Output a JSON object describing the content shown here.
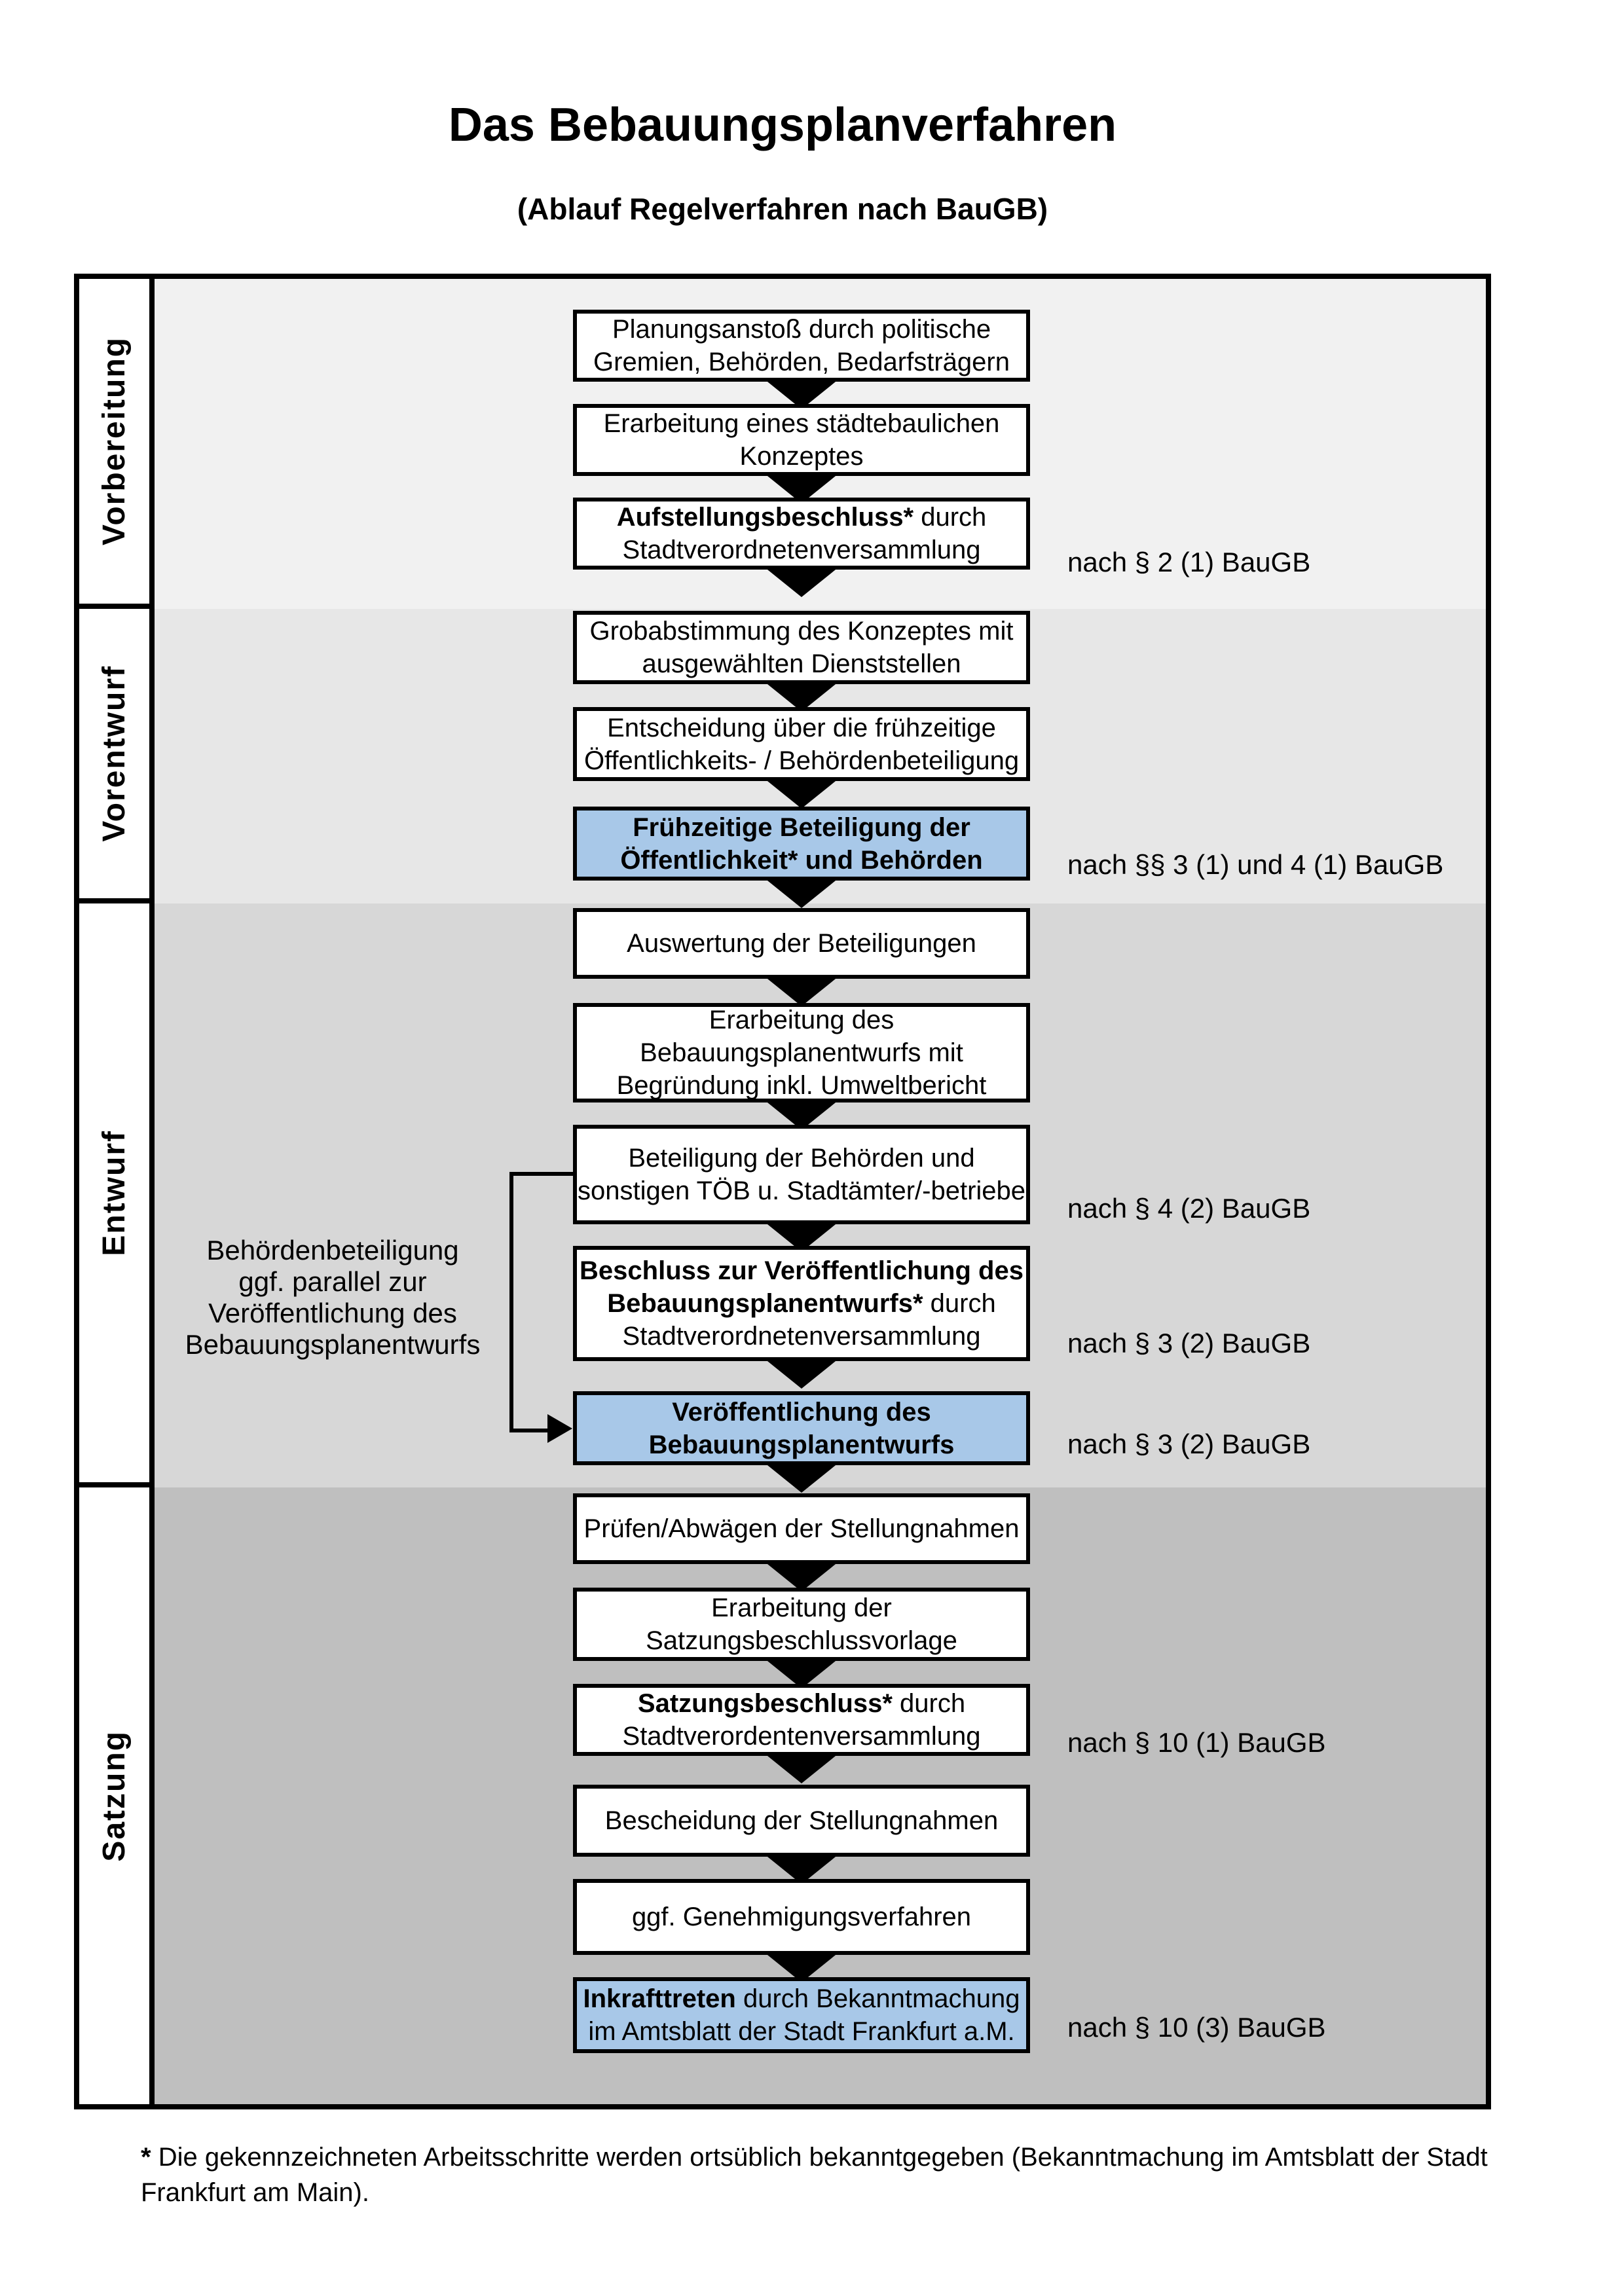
{
  "title": "Das Bebauungsplanverfahren",
  "subtitle": "(Ablauf Regelverfahren nach BauGB)",
  "colors": {
    "accent_blue": "#a8c8e8",
    "phase_bg_1": "#f1f1f1",
    "phase_bg_2": "#e7e7e7",
    "phase_bg_3": "#d7d7d7",
    "phase_bg_4": "#bfbfbf",
    "border_black": "#000000"
  },
  "phases": [
    {
      "label": "Vorbereitung"
    },
    {
      "label": "Vorentwurf"
    },
    {
      "label": "Entwurf"
    },
    {
      "label": "Satzung"
    }
  ],
  "steps": [
    {
      "highlight": false,
      "lines": [
        {
          "b": "",
          "t": "Planungsanstoß durch politische"
        },
        {
          "b": "",
          "t": "Gremien, Behörden, Bedarfsträgern"
        }
      ]
    },
    {
      "highlight": false,
      "lines": [
        {
          "b": "",
          "t": "Erarbeitung eines städtebaulichen"
        },
        {
          "b": "",
          "t": "Konzeptes"
        }
      ]
    },
    {
      "highlight": false,
      "lines": [
        {
          "b": "Aufstellungsbeschluss*",
          "t": " durch"
        },
        {
          "b": "",
          "t": "Stadtverordnetenversammlung"
        }
      ]
    },
    {
      "highlight": false,
      "lines": [
        {
          "b": "",
          "t": "Grobabstimmung des Konzeptes mit"
        },
        {
          "b": "",
          "t": "ausgewählten Dienststellen"
        }
      ]
    },
    {
      "highlight": false,
      "lines": [
        {
          "b": "",
          "t": "Entscheidung über die frühzeitige"
        },
        {
          "b": "",
          "t": "Öffentlichkeits- / Behördenbeteiligung"
        }
      ]
    },
    {
      "highlight": true,
      "lines": [
        {
          "b": "Frühzeitige Beteiligung der",
          "t": ""
        },
        {
          "b": "Öffentlichkeit* und Behörden",
          "t": ""
        }
      ]
    },
    {
      "highlight": false,
      "lines": [
        {
          "b": "",
          "t": "Auswertung der Beteiligungen"
        }
      ]
    },
    {
      "highlight": false,
      "lines": [
        {
          "b": "",
          "t": "Erarbeitung des"
        },
        {
          "b": "",
          "t": "Bebauungsplanentwurfs mit"
        },
        {
          "b": "",
          "t": "Begründung inkl. Umweltbericht"
        }
      ]
    },
    {
      "highlight": false,
      "lines": [
        {
          "b": "",
          "t": "Beteiligung der Behörden und"
        },
        {
          "b": "",
          "t": "sonstigen TÖB u. Stadtämter/-betriebe"
        }
      ]
    },
    {
      "highlight": false,
      "lines": [
        {
          "b": "Beschluss zur Veröffentlichung des",
          "t": ""
        },
        {
          "b": "Bebauungsplanentwurfs*",
          "t": " durch"
        },
        {
          "b": "",
          "t": "Stadtverordnetenversammlung"
        }
      ]
    },
    {
      "highlight": true,
      "lines": [
        {
          "b": "Veröffentlichung des",
          "t": ""
        },
        {
          "b": "Bebauungsplanentwurfs",
          "t": ""
        }
      ]
    },
    {
      "highlight": false,
      "lines": [
        {
          "b": "",
          "t": "Prüfen/Abwägen der Stellungnahmen"
        }
      ]
    },
    {
      "highlight": false,
      "lines": [
        {
          "b": "",
          "t": "Erarbeitung der"
        },
        {
          "b": "",
          "t": "Satzungsbeschlussvorlage"
        }
      ]
    },
    {
      "highlight": false,
      "lines": [
        {
          "b": "Satzungsbeschluss*",
          "t": " durch"
        },
        {
          "b": "",
          "t": "Stadtverordentenversammlung"
        }
      ]
    },
    {
      "highlight": false,
      "lines": [
        {
          "b": "",
          "t": "Bescheidung der Stellungnahmen"
        }
      ]
    },
    {
      "highlight": false,
      "lines": [
        {
          "b": "",
          "t": "ggf. Genehmigungsverfahren"
        }
      ]
    },
    {
      "highlight": true,
      "lines": [
        {
          "b": "Inkrafttreten",
          "t": " durch Bekanntmachung"
        },
        {
          "b": "",
          "t": "im Amtsblatt der Stadt Frankfurt a.M."
        }
      ]
    }
  ],
  "refs": [
    {
      "text": "nach § 2 (1) BauGB"
    },
    {
      "text": "nach §§ 3 (1) und 4 (1) BauGB"
    },
    {
      "text": "nach § 4 (2) BauGB"
    },
    {
      "text": "nach § 3 (2) BauGB"
    },
    {
      "text": "nach § 3 (2) BauGB"
    },
    {
      "text": "nach § 10 (1) BauGB"
    },
    {
      "text": "nach § 10 (3) BauGB"
    }
  ],
  "side_note": {
    "lines": [
      "Behördenbeteiligung",
      "ggf. parallel zur",
      "Veröffentlichung des",
      "Bebauungsplanentwurfs"
    ]
  },
  "footnote": {
    "star": "*",
    "line1": " Die gekennzeichneten Arbeitsschritte werden ortsüblich bekanntgegeben (Bekanntmachung im Amtsblatt  der Stadt",
    "line2": "Frankfurt am Main)."
  }
}
